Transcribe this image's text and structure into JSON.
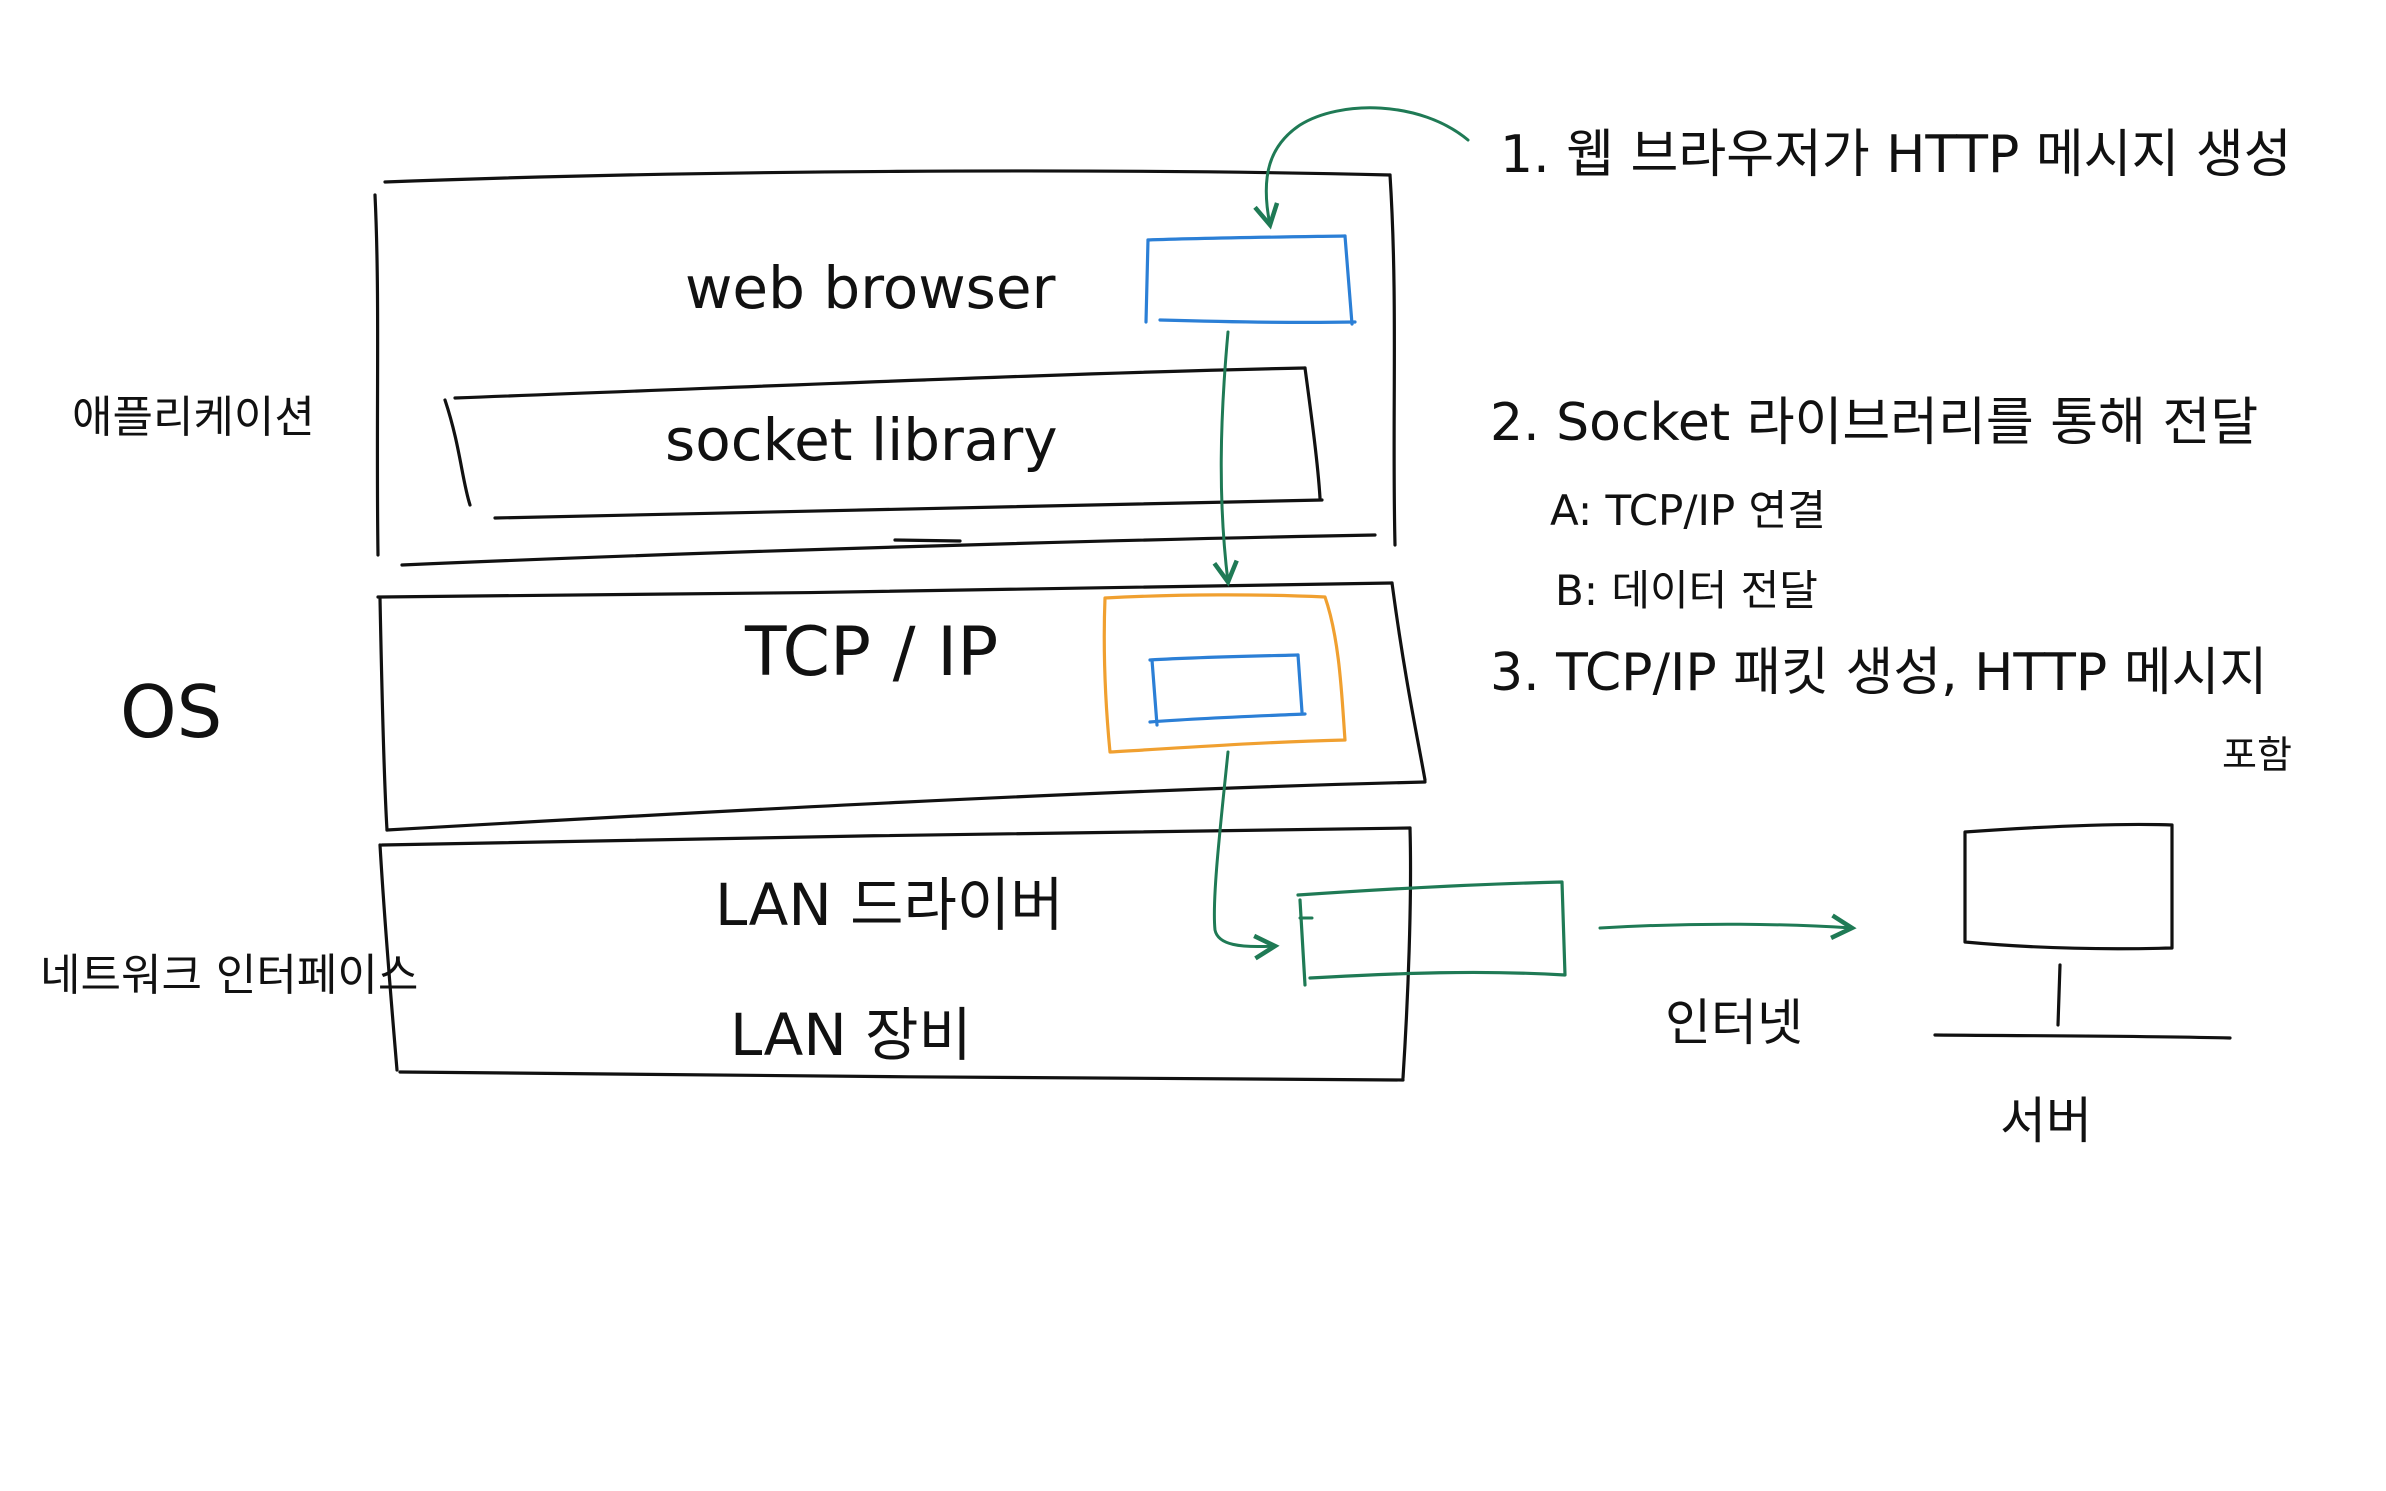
{
  "layers": {
    "application": "애플리케이션",
    "os": "OS",
    "network_interface": "네트워크 인터페이스"
  },
  "components": {
    "web_browser": "web browser",
    "socket_library": "socket library",
    "tcp_ip": "TCP / IP",
    "lan_driver": "LAN 드라이버",
    "lan_device": "LAN 장비"
  },
  "steps": {
    "step1": "1. 웹 브라우저가 HTTP 메시지 생성",
    "step2": "2. Socket 라이브러리를 통해 전달",
    "step2a": "A: TCP/IP 연결",
    "step2b": "B: 데이터 전달",
    "step3": "3. TCP/IP 패킷 생성, HTTP 메시지",
    "step3_cont": "포함"
  },
  "network": {
    "internet": "인터넷",
    "server": "서버"
  },
  "colors": {
    "ink": "#111111",
    "arrow_green": "#1f7a55",
    "message_blue": "#2b7fd6",
    "packet_orange": "#f0a030",
    "frame_green": "#1f7a55"
  }
}
